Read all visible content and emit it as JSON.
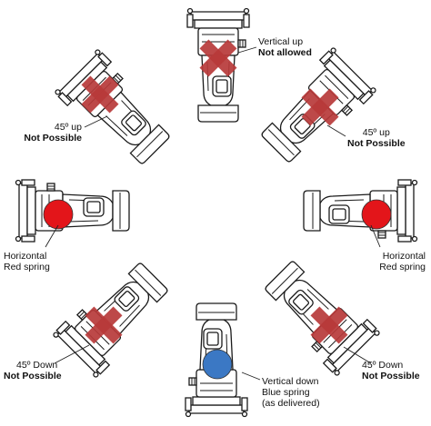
{
  "orientations": {
    "vertical_up": {
      "line1": "Vertical up",
      "line2": "Not allowed",
      "marker": "cross",
      "bold_line": 2
    },
    "up_45_left": {
      "line1": "45º up",
      "line2": "Not Possible",
      "marker": "cross",
      "bold_line": 2
    },
    "up_45_right": {
      "line1": "45º up",
      "line2": "Not Possible",
      "marker": "cross",
      "bold_line": 2
    },
    "horizontal_left": {
      "line1": "Horizontal",
      "line2": "Red spring",
      "marker": "red-dot"
    },
    "horizontal_right": {
      "line1": "Horizontal",
      "line2": "Red spring",
      "marker": "red-dot"
    },
    "down_45_left": {
      "line1": "45º Down",
      "line2": "Not Possible",
      "marker": "cross",
      "bold_line": 2
    },
    "down_45_right": {
      "line1": "45º Down",
      "line2": "Not Possible",
      "marker": "cross",
      "bold_line": 2
    },
    "vertical_down": {
      "line1": "Vertical down",
      "line2": "Blue spring",
      "line3": "(as delivered)",
      "marker": "blue-dot"
    }
  },
  "colors": {
    "cross": "#b73a3a",
    "red_dot": "#e3151a",
    "blue_dot": "#3b78c4",
    "outline": "#1a1a1a"
  }
}
